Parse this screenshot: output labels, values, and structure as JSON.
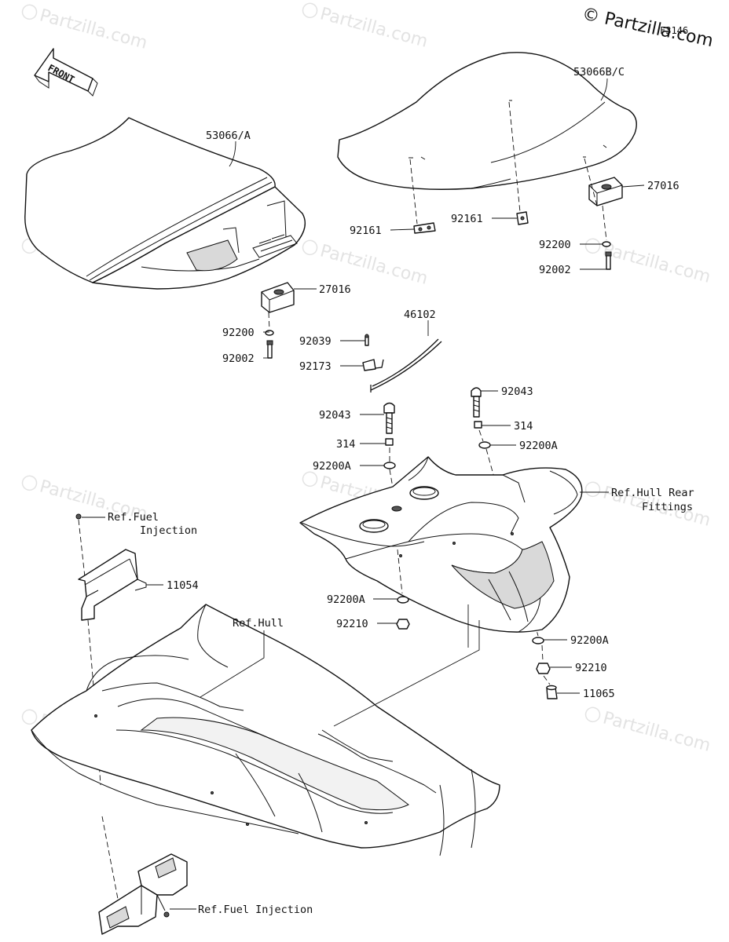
{
  "copyright": "© Partzilla.com",
  "figure_code": "F3146",
  "front_arrow_label": "FRONT",
  "watermark_text": "Partzilla.com",
  "callouts": {
    "front_seat": "53066/A",
    "rear_seat": "53066B/C",
    "hinge_front": "27016",
    "hinge_rear": "27016",
    "washer_front": "92200",
    "bolt_front": "92002",
    "washer_rear": "92200",
    "bolt_rear": "92002",
    "clip_left": "92161",
    "clip_center": "92161",
    "rod_46102": "46102",
    "pin_92039": "92039",
    "clamp_92173": "92173",
    "bolt_92043_left": "92043",
    "bolt_92043_right": "92043",
    "collar_314_left": "314",
    "collar_314_right": "314",
    "washer_92200A_upper_left": "92200A",
    "washer_92200A_upper_right": "92200A",
    "washer_92200A_lower_left": "92200A",
    "washer_92200A_lower_right": "92200A",
    "nut_92210_left": "92210",
    "nut_92210_right": "92210",
    "cap_11065": "11065",
    "bracket_11054": "11054",
    "ref_fuel_injection_top_1": "Ref.Fuel",
    "ref_fuel_injection_top_2": "Injection",
    "ref_hull": "Ref.Hull",
    "ref_hull_rear_1": "Ref.Hull Rear",
    "ref_hull_rear_2": "Fittings",
    "ref_fuel_injection_bottom": "Ref.Fuel Injection"
  },
  "colors": {
    "line": "#111111",
    "watermark": "#e3e3e3",
    "background": "#ffffff"
  }
}
